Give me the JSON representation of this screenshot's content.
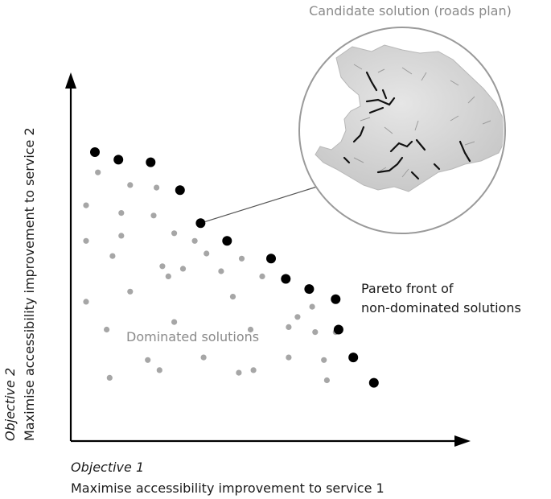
{
  "candidate_label": "Candidate solution (roads plan)",
  "pareto_label_line1": "Pareto front of",
  "pareto_label_line2": "non-dominated solutions",
  "dominated_label": "Dominated solutions",
  "x_axis": {
    "title": "Objective 1",
    "subtitle": "Maximise accessibility improvement to service 1"
  },
  "y_axis": {
    "title": "Objective 2",
    "subtitle": "Maximise accessibility improvement  to service 2"
  },
  "colors": {
    "pareto_point": "#000000",
    "dominated_point": "#a6a6a6",
    "axis": "#000000",
    "label_gray": "#8a8a8a",
    "map_terrain": "#d2d2d2",
    "circle_border": "#9a9a9a"
  },
  "pareto_points": [
    {
      "obj1": 0.0,
      "obj2": 1.0
    },
    {
      "obj1": 0.08,
      "obj2": 0.97
    },
    {
      "obj1": 0.19,
      "obj2": 0.96
    },
    {
      "obj1": 0.29,
      "obj2": 0.85
    },
    {
      "obj1": 0.36,
      "obj2": 0.72
    },
    {
      "obj1": 0.45,
      "obj2": 0.65
    },
    {
      "obj1": 0.6,
      "obj2": 0.58
    },
    {
      "obj1": 0.65,
      "obj2": 0.5
    },
    {
      "obj1": 0.73,
      "obj2": 0.46
    },
    {
      "obj1": 0.82,
      "obj2": 0.42
    },
    {
      "obj1": 0.83,
      "obj2": 0.3
    },
    {
      "obj1": 0.88,
      "obj2": 0.19
    },
    {
      "obj1": 0.95,
      "obj2": 0.09
    }
  ],
  "dominated_points": [
    {
      "obj1": 0.01,
      "obj2": 0.92
    },
    {
      "obj1": 0.12,
      "obj2": 0.87
    },
    {
      "obj1": 0.21,
      "obj2": 0.86
    },
    {
      "obj1": -0.03,
      "obj2": 0.79
    },
    {
      "obj1": 0.09,
      "obj2": 0.76
    },
    {
      "obj1": 0.2,
      "obj2": 0.75
    },
    {
      "obj1": 0.09,
      "obj2": 0.67
    },
    {
      "obj1": 0.27,
      "obj2": 0.68
    },
    {
      "obj1": 0.34,
      "obj2": 0.65
    },
    {
      "obj1": -0.03,
      "obj2": 0.65
    },
    {
      "obj1": 0.06,
      "obj2": 0.59
    },
    {
      "obj1": 0.38,
      "obj2": 0.6
    },
    {
      "obj1": 0.5,
      "obj2": 0.58
    },
    {
      "obj1": 0.23,
      "obj2": 0.55
    },
    {
      "obj1": 0.3,
      "obj2": 0.54
    },
    {
      "obj1": 0.43,
      "obj2": 0.53
    },
    {
      "obj1": 0.57,
      "obj2": 0.51
    },
    {
      "obj1": 0.25,
      "obj2": 0.51
    },
    {
      "obj1": 0.12,
      "obj2": 0.45
    },
    {
      "obj1": 0.47,
      "obj2": 0.43
    },
    {
      "obj1": 0.74,
      "obj2": 0.39
    },
    {
      "obj1": -0.03,
      "obj2": 0.41
    },
    {
      "obj1": 0.69,
      "obj2": 0.35
    },
    {
      "obj1": 0.27,
      "obj2": 0.33
    },
    {
      "obj1": 0.04,
      "obj2": 0.3
    },
    {
      "obj1": 0.53,
      "obj2": 0.3
    },
    {
      "obj1": 0.66,
      "obj2": 0.31
    },
    {
      "obj1": 0.75,
      "obj2": 0.29
    },
    {
      "obj1": 0.82,
      "obj2": 0.29
    },
    {
      "obj1": 0.18,
      "obj2": 0.18
    },
    {
      "obj1": 0.37,
      "obj2": 0.19
    },
    {
      "obj1": 0.66,
      "obj2": 0.19
    },
    {
      "obj1": 0.78,
      "obj2": 0.18
    },
    {
      "obj1": 0.22,
      "obj2": 0.14
    },
    {
      "obj1": 0.49,
      "obj2": 0.13
    },
    {
      "obj1": 0.54,
      "obj2": 0.14
    },
    {
      "obj1": 0.05,
      "obj2": 0.11
    },
    {
      "obj1": 0.79,
      "obj2": 0.1
    }
  ],
  "highlighted_point_index": 4
}
